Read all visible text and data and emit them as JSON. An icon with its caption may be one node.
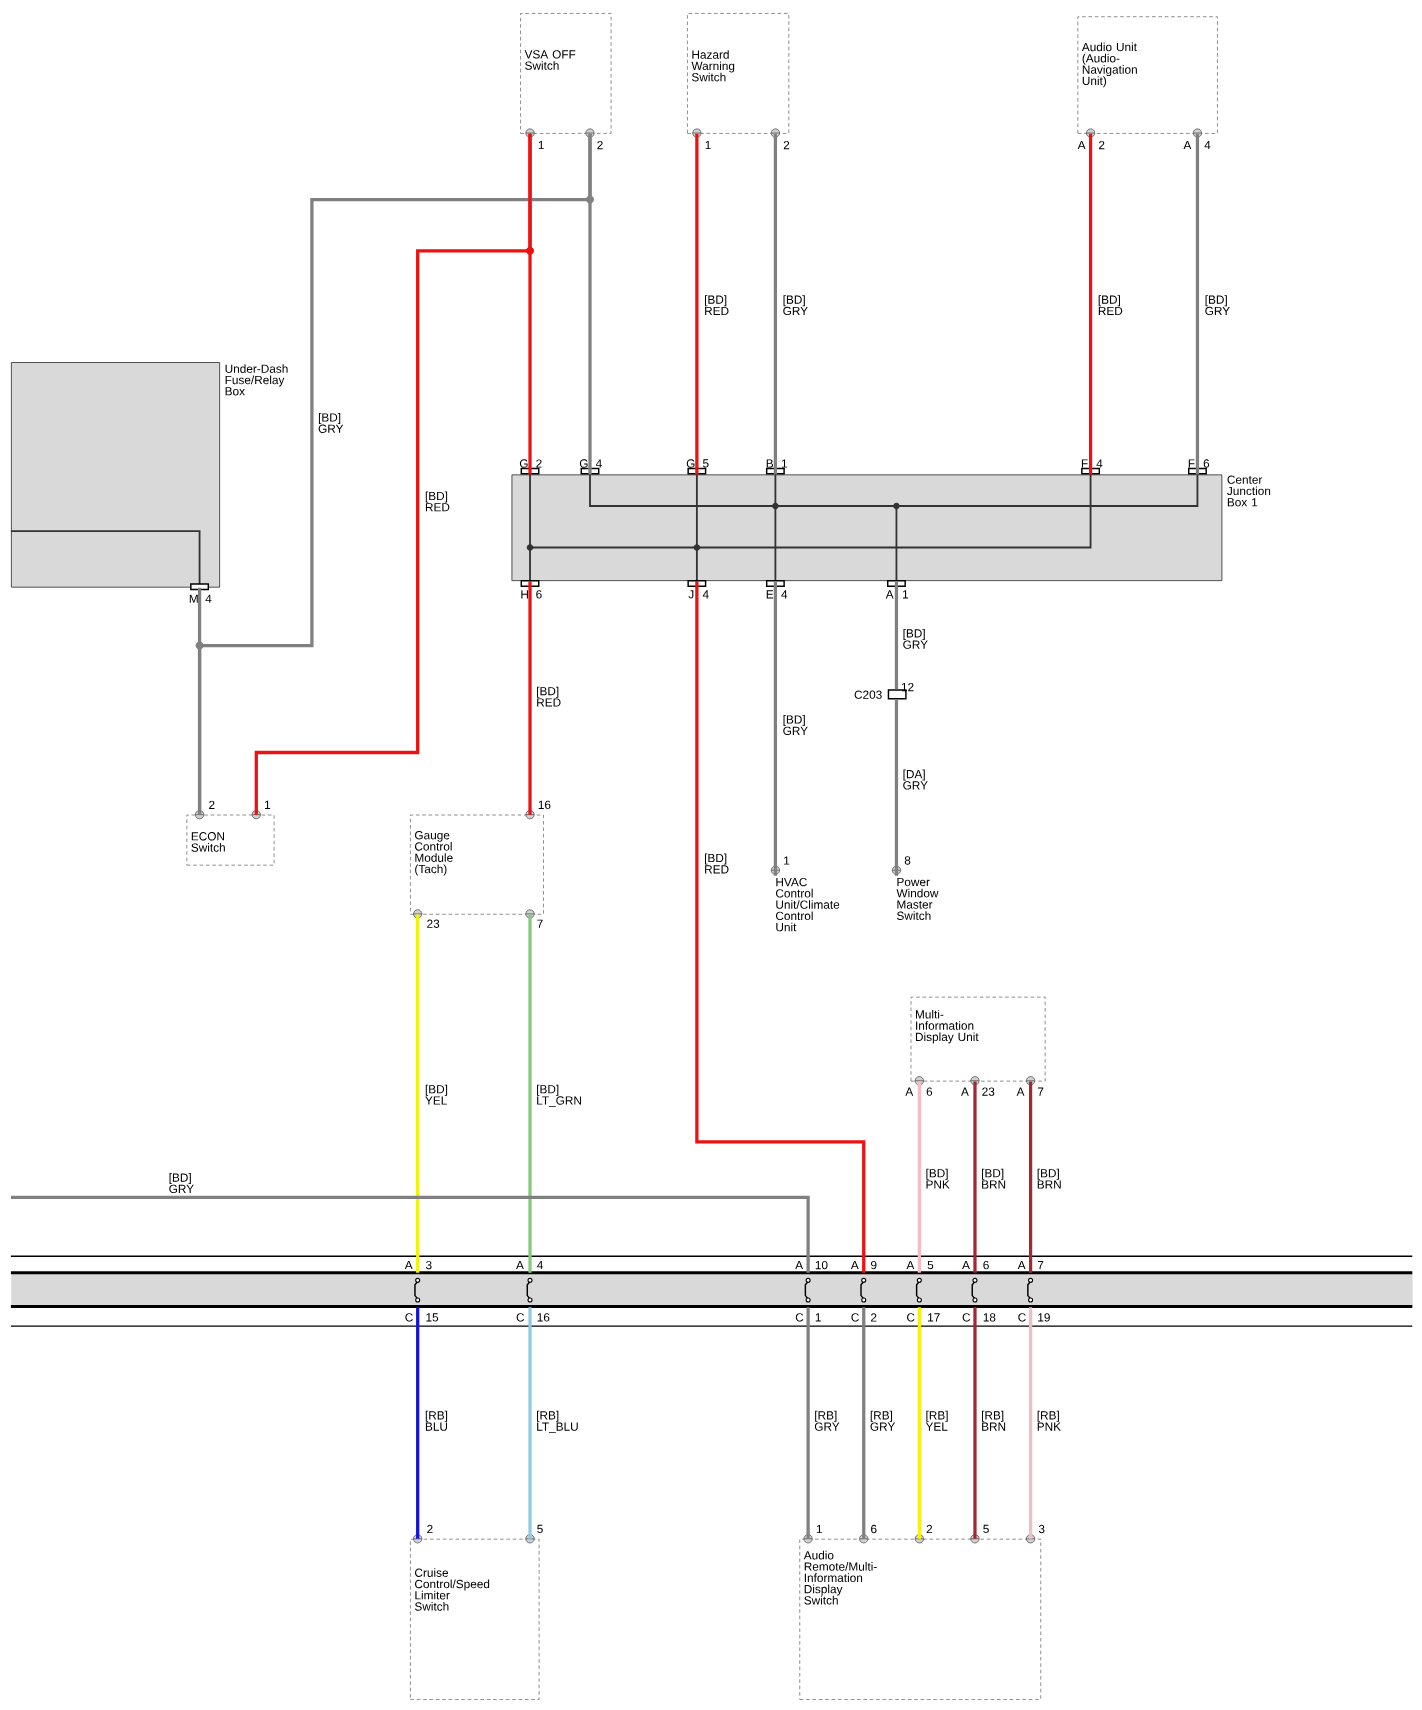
{
  "diagram": {
    "nodes": [
      {
        "text": [
          "VSA OFF Switch"
        ]
      },
      {
        "text": [
          "Hazard Warning Switch"
        ]
      },
      {
        "text": [
          "Audio Unit (Audio-Navigation Unit)"
        ]
      },
      {
        "text": [
          "Under-Dash Fuse/Relay Box"
        ]
      },
      {
        "text": [
          "Center Junction Box 1"
        ]
      },
      {
        "text": [
          "ECON Switch"
        ]
      },
      {
        "text": [
          "Gauge Control Module (Tach)"
        ]
      },
      {
        "text": [
          "HVAC Control Unit/Climate Control Unit"
        ]
      },
      {
        "text": [
          "Power Window Master Switch"
        ]
      },
      {
        "text": [
          "C203"
        ]
      },
      {
        "text": [
          "Multi-Information Display Unit"
        ]
      },
      {
        "text": [],
        "shape": "bar"
      },
      {
        "text": [
          "Cruise Control/Speed Limiter Switch"
        ]
      },
      {
        "text": [
          "Audio Remote/Multi-Information Display Switch"
        ]
      }
    ],
    "edges": [
      {
        "from": 0,
        "to": 4,
        "arrow": "none",
        "color": "#ee1111"
      },
      {
        "from": 0,
        "to": 4,
        "arrow": "none"
      },
      {
        "from": 0,
        "to": 5,
        "arrow": "none",
        "label": "[BD] GRY"
      },
      {
        "from": 0,
        "to": 5,
        "arrow": "none",
        "label": "[BD] RED",
        "color": "#ee1111"
      },
      {
        "from": 1,
        "to": 4,
        "arrow": "none",
        "label": "[BD] RED",
        "color": "#ee1111"
      },
      {
        "from": 1,
        "to": 4,
        "arrow": "none",
        "label": "[BD] GRY"
      },
      {
        "from": 2,
        "to": 4,
        "arrow": "none",
        "label": "[BD] RED",
        "color": "#ee1111"
      },
      {
        "from": 2,
        "to": 4,
        "arrow": "none",
        "label": "[BD] GRY"
      },
      {
        "from": 3,
        "to": 5,
        "arrow": "none"
      },
      {
        "from": 4,
        "to": 6,
        "arrow": "none",
        "label": "[BD] RED",
        "color": "#ee1111"
      },
      {
        "from": 4,
        "to": 11,
        "arrow": "none",
        "label": "[BD] RED",
        "color": "#ee1111"
      },
      {
        "from": 4,
        "to": 7,
        "arrow": "none",
        "label": "[BD] GRY"
      },
      {
        "from": 4,
        "to": 9,
        "arrow": "none",
        "label": "[BD] GRY"
      },
      {
        "from": 9,
        "to": 8,
        "arrow": "none",
        "label": "[DA] GRY"
      },
      {
        "from": 6,
        "to": 11,
        "arrow": "none",
        "label": "[BD] YEL",
        "color": "#f2f20a"
      },
      {
        "from": 6,
        "to": 11,
        "arrow": "none",
        "label": "[BD] LT_GRN",
        "color": "#86c97c"
      },
      {
        "from": 10,
        "to": 11,
        "arrow": "none",
        "label": "[BD] PNK",
        "color": "#f5bcc6"
      },
      {
        "from": 10,
        "to": 11,
        "arrow": "none",
        "label": "[BD] BRN",
        "color": "#a3282f"
      },
      {
        "from": 10,
        "to": 11,
        "arrow": "none",
        "label": "[BD] BRN",
        "color": "#a3282f"
      },
      {
        "from": null,
        "to": 11,
        "arrow": "none",
        "label": "[BD] GRY"
      },
      {
        "from": 11,
        "to": 12,
        "arrow": "none",
        "label": "[RB] BLU",
        "color": "#1414d2"
      },
      {
        "from": 11,
        "to": 12,
        "arrow": "none",
        "label": "[RB] LT_BLU",
        "color": "#8ccbe8"
      },
      {
        "from": 11,
        "to": 13,
        "arrow": "none",
        "label": "[RB] GRY"
      },
      {
        "from": 11,
        "to": 13,
        "arrow": "none",
        "label": "[RB] GRY"
      },
      {
        "from": 11,
        "to": 13,
        "arrow": "none",
        "label": "[RB] YEL",
        "color": "#f2f20a"
      },
      {
        "from": 11,
        "to": 13,
        "arrow": "none",
        "label": "[RB] BRN",
        "color": "#a3282f"
      },
      {
        "from": 11,
        "to": 13,
        "arrow": "none",
        "label": "[RB] PNK",
        "color": "#f5bcc6"
      }
    ],
    "labels": [
      "1",
      "2",
      "1",
      "2",
      "A",
      "2",
      "A",
      "4",
      "G",
      "2",
      "G",
      "4",
      "G",
      "5",
      "B",
      "1",
      "F",
      "4",
      "F",
      "6",
      "H",
      "6",
      "J",
      "4",
      "E",
      "4",
      "A",
      "1",
      "M",
      "4",
      "12",
      "2",
      "1",
      "16",
      "1",
      "8",
      "23",
      "7",
      "A",
      "6",
      "A",
      "23",
      "A",
      "7",
      "A",
      "3",
      "A",
      "4",
      "A",
      "10",
      "A",
      "9",
      "A",
      "5",
      "A",
      "6",
      "A",
      "7",
      "C",
      "15",
      "C",
      "16",
      "C",
      "1",
      "C",
      "2",
      "C",
      "17",
      "C",
      "18",
      "C",
      "19",
      "2",
      "5",
      "1",
      "6",
      "2",
      "5",
      "3"
    ]
  }
}
